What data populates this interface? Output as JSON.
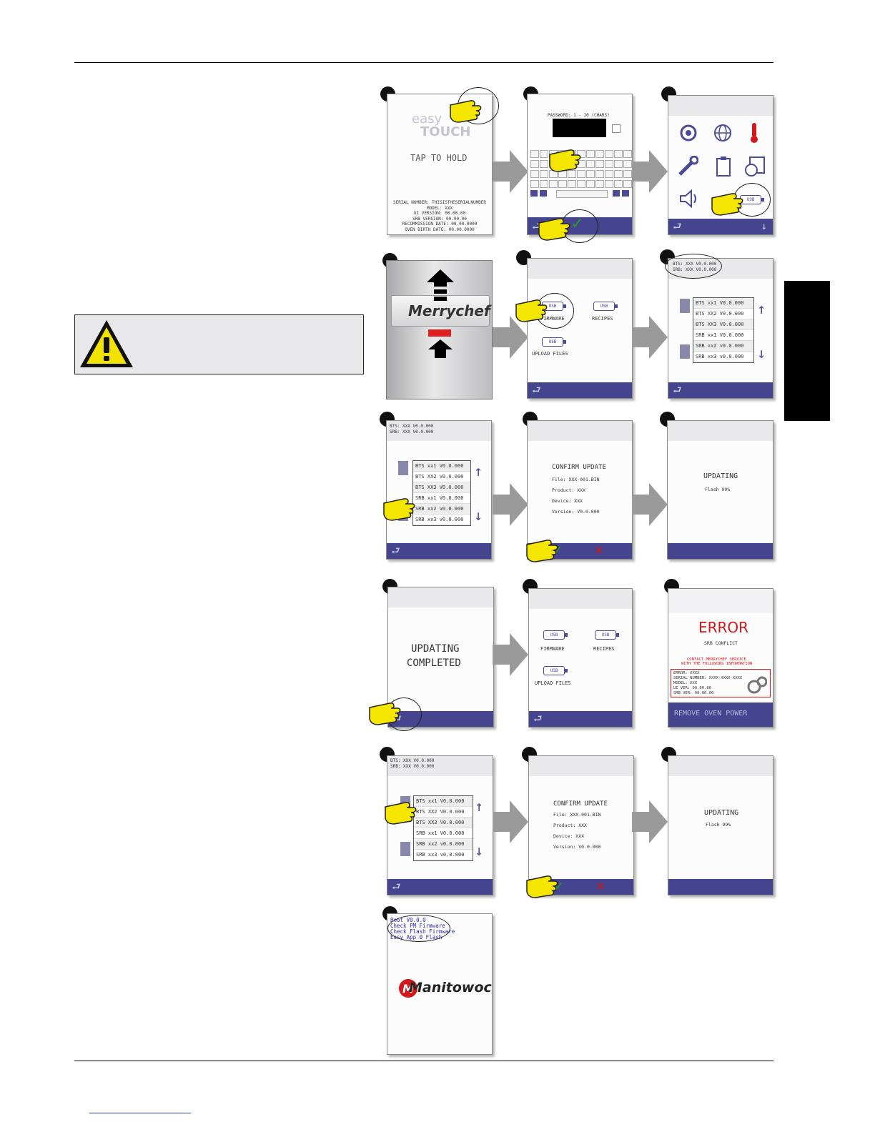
{
  "welcome": {
    "brand_line1": "easy",
    "brand_line2": "TOUCH",
    "prompt": "TAP TO HOLD",
    "info": [
      "SERIAL NUMBER: THISISTHESERIALNUMBER",
      "MODEL: XXX",
      "UI VERSION: 00.00.00",
      "SRB VERSION: 00.00.00",
      "RECOMMISSION DATE: 00.00.0000",
      "OVEN BIRTH DATE: 00.00.0000"
    ]
  },
  "password": {
    "prompt": "PASSWORD: 1 - 20 (CHARS)"
  },
  "menu_usb_label": "USB",
  "merrychef_logo": "Merrychef",
  "usb_menu": {
    "firmware": "FIRMWARE",
    "recipes": "RECIPES",
    "upload": "UPLOAD FILES",
    "usb": "USB"
  },
  "versions": {
    "bts": "BTS: XXX V0.0.000",
    "srb": "SRB: XXX V0.0.000"
  },
  "firmware_list": [
    "BTS xx1 V0.0.000",
    "BTS XX2 V0.0.000",
    "BTS XX3 V0.0.000",
    "SRB xx1 V0.0.000",
    "SRB xx2 v0.0.000",
    "SRB xx3 v0.0.000"
  ],
  "confirm": {
    "title": "CONFIRM UPDATE",
    "file": "File: XXX-001.BIN",
    "product": "Product: XXX",
    "device": "Device: XXX",
    "version": "Version: V0.0.000"
  },
  "updating": {
    "title": "UPDATING",
    "progress": "Flash 99%"
  },
  "completed": {
    "line1": "UPDATING",
    "line2": "COMPLETED"
  },
  "error": {
    "title": "ERROR",
    "subtitle": "SRB CONFLICT",
    "contact1": "CONTACT MERRYCHEF SERVICE",
    "contact2": "WITH THE FOLLOWING INFORMATION",
    "details": [
      "ERROR: XXXX",
      "SERIAL NUMBER: XXXX-XXXX-XXXX",
      "MODEL: XXX",
      "UI VER: 00.00.00",
      "SRB VER: 00.00.00"
    ],
    "action": "REMOVE OVEN POWER"
  },
  "boot": {
    "lines": [
      "Boot V0.0.0",
      "Check PM Firmware",
      "Check Flash Firmware",
      "Easy App 0 Flash"
    ],
    "logo": "Manitowoc"
  },
  "colors": {
    "accent_bar": "#45458f",
    "hand": "#f5e600",
    "error_red": "#d21818",
    "check_green": "#22a022"
  }
}
